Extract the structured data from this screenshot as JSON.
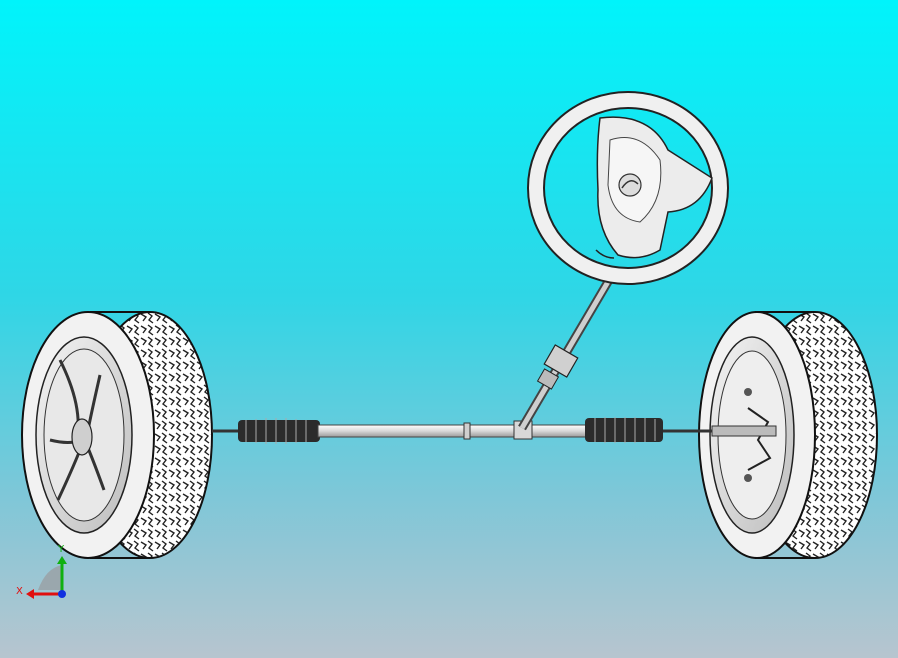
{
  "viewport": {
    "background_top": "#00f4fb",
    "background_bottom": "#b7c5cf",
    "model": "steering-system-assembly"
  },
  "triad": {
    "x_label": "X",
    "y_label": "Y",
    "x_color": "#e01010",
    "y_color": "#10b010",
    "z_color": "#1030e0"
  }
}
